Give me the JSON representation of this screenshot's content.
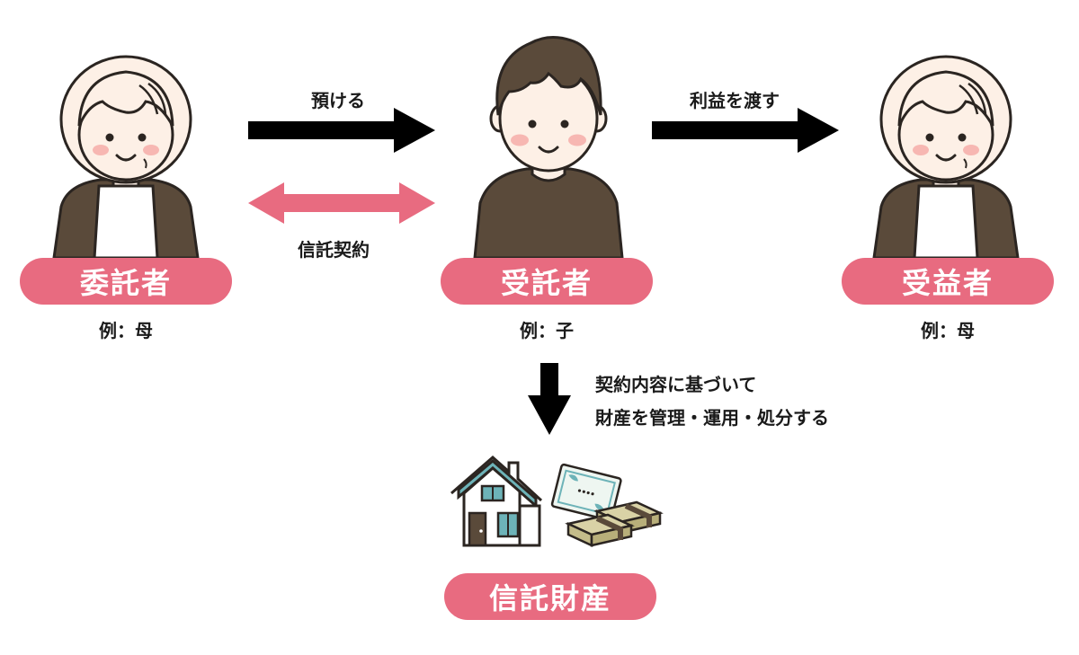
{
  "roles": {
    "settlor": {
      "title": "委託者",
      "example": "例：母"
    },
    "trustee": {
      "title": "受託者",
      "example": "例：子"
    },
    "beneficiary": {
      "title": "受益者",
      "example": "例：母"
    }
  },
  "arrows": {
    "deposit": "預ける",
    "contract": "信託契約",
    "benefit": "利益を渡す"
  },
  "management": {
    "line1": "契約内容に基づいて",
    "line2": "財産を管理・運用・処分する"
  },
  "property": {
    "title": "信託財産"
  },
  "colors": {
    "accent_pink": "#e86b80",
    "hair_brown": "#5a4a3a",
    "outline": "#2b2521",
    "skin": "#fdf0e6",
    "cheek": "#f7b7b2"
  }
}
